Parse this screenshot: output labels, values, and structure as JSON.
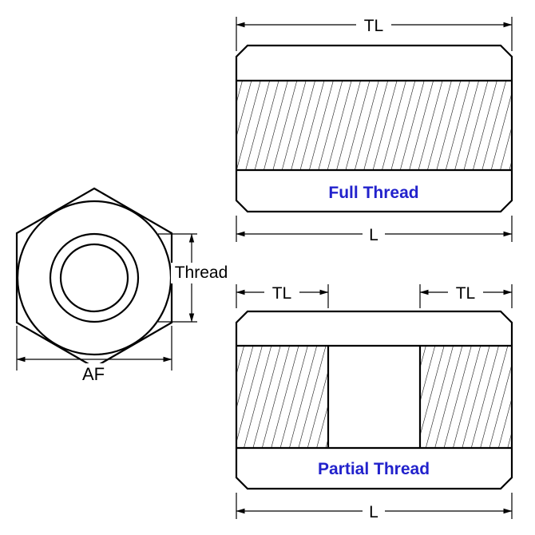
{
  "page": {
    "background": "#ffffff"
  },
  "colors": {
    "line": "#000000",
    "caption_blue": "#2222cc"
  },
  "end_view": {
    "thread_dim_label": "Thread",
    "af_dim_label": "AF"
  },
  "full_thread_view": {
    "tl_dim_label": "TL",
    "l_dim_label": "L",
    "caption": "Full Thread"
  },
  "partial_thread_view": {
    "tl_left_dim_label": "TL",
    "tl_right_dim_label": "TL",
    "l_dim_label": "L",
    "caption": "Partial Thread"
  }
}
